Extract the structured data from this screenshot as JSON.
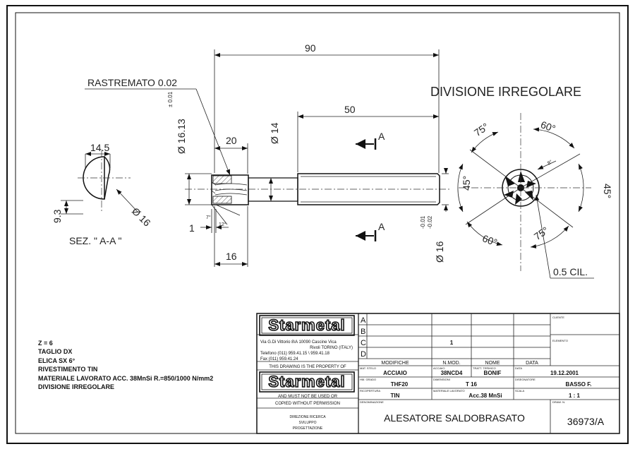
{
  "drawing": {
    "dims": {
      "d90": "90",
      "d50": "50",
      "d20": "20",
      "d16": "16",
      "d1": "1",
      "dia1613": "Ø 16.13",
      "tol001": "± 0.01",
      "dia14": "Ø 14",
      "dia16": "Ø 16",
      "tol_upper": "-0.01",
      "tol_lower": "-0.02",
      "w145": "14.5",
      "h93": "9.3",
      "sec_dia16": "Ø 16",
      "small7": "7°",
      "small12": "12°",
      "small8": "8°"
    },
    "labels": {
      "rastremato": "RASTREMATO 0.02",
      "divisione": "DIVISIONE IRREGOLARE",
      "section": "SEZ.  \" A-A \"",
      "cut_a_top": "A",
      "cut_a_bottom": "A",
      "cil": "0.5 CIL."
    },
    "angles": {
      "a75_top": "75°",
      "a60_top": "60°",
      "a45_left": "45°",
      "a45_right": "45°",
      "a60_bottom": "60°",
      "a75_bottom": "75°"
    }
  },
  "notes": [
    "Z = 6",
    "TAGLIO DX",
    "ELICA SX 6°",
    "RIVESTIMENTO TIN",
    "MATERIALE LAVORATO ACC. 38MnSi R.=850/1000 N/mm2",
    "DIVISIONE IRREGOLARE"
  ],
  "title_block": {
    "logo_text": "Starmetal",
    "address1": "Via G.Di Vittorio 8\\A   10090 Cascine Vica",
    "address2": "Rivoli TORINO (ITALY)",
    "tel": "Telefono (011) 959.41.15 \\ 959.41.18",
    "fax": "Fax (011) 959.41.24",
    "property1": "THIS DRAWING IS THE PROPERTY OF",
    "property2": "AND MUST NOT BE USED OR",
    "property3": "COPIED WITHOUT PERMISSION",
    "direzione1": "DIREZIONE RICERCA",
    "direzione2": "SVILUPPO",
    "direzione3": "PROGETTAZIONE",
    "rev_letters": [
      "A",
      "B",
      "C",
      "D"
    ],
    "rev_nmod": "1",
    "hdr_modifiche": "MODIFICHE",
    "hdr_nmod": "N.MOD.",
    "hdr_nome": "NOME",
    "hdr_data": "DATA",
    "lbl_cliente": "CLIENTE",
    "lbl_elemento": "ELEMENTO",
    "lbl_mat_stelo": "MAT. STELO",
    "val_mat_stelo": "ACCIAIO",
    "lbl_acciaio": "ACCIAIO",
    "val_acciaio": "38NCD4",
    "lbl_tratt": "TRATT. TERMICO",
    "val_tratt": "BONIF",
    "lbl_data": "DATA",
    "val_data": "19.12.2001",
    "lbl_hm": "HM. GRADO",
    "val_hm": "THF20",
    "lbl_dimensioni": "DIMENSIONI",
    "val_dimensioni": "T 16",
    "lbl_disegnatore": "DISEGNATORE",
    "val_disegnatore": "BASSO F.",
    "lbl_ricopertura": "RICOPERTURA",
    "val_ricopertura": "TIN",
    "lbl_materiale": "MATERIALE LAVORATO",
    "val_materiale": "Acc.38 MnSi",
    "lbl_scala": "SCALA",
    "val_scala": "1 : 1",
    "lbl_denominazione": "DENOMINAZIONE",
    "val_denominazione": "ALESATORE SALDOBRASATO",
    "lbl_draw": "DRAW. N.",
    "val_draw": "36973/A"
  }
}
